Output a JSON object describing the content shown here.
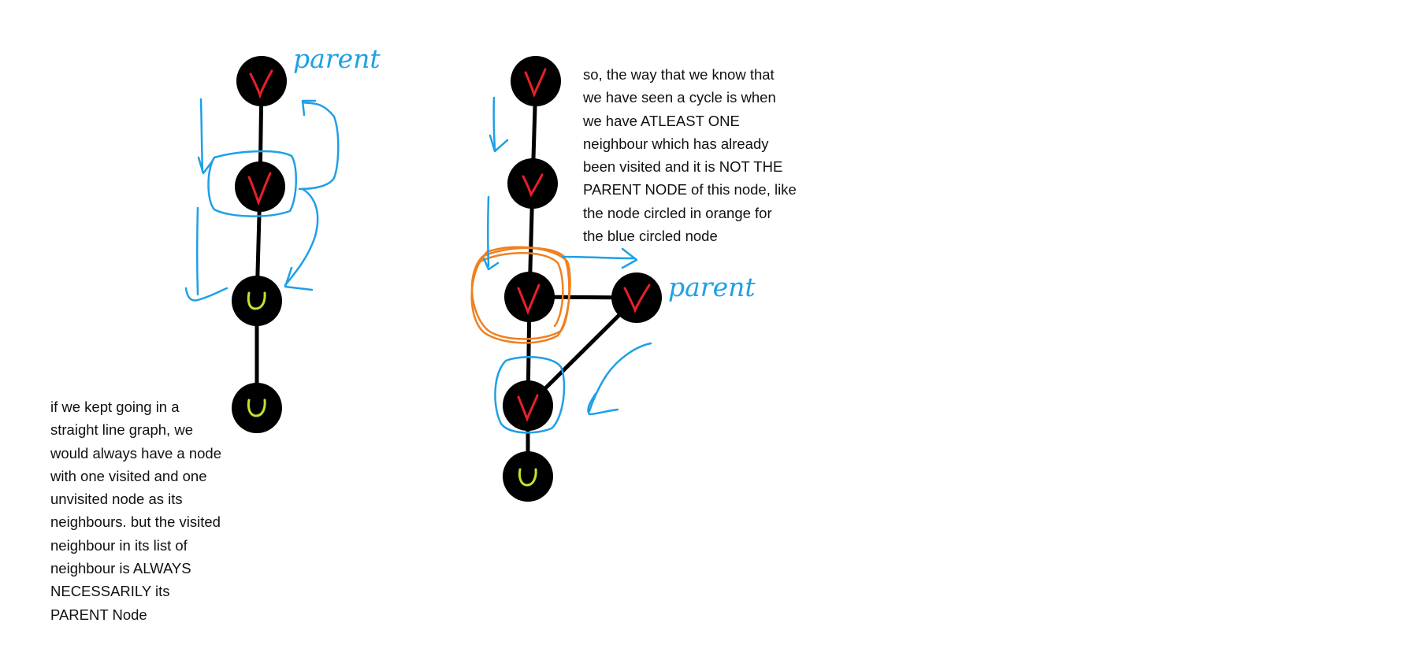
{
  "notes": {
    "left": [
      "if we kept going in a",
      "straight line graph, we",
      "would always have a node",
      "with one visited and one",
      "unvisited node as its",
      "neighbours. but the visited",
      "neighbour in its list of",
      "neighbour is ALWAYS",
      " NECESSARILY its",
      " PARENT Node"
    ],
    "right": [
      "so, the way that we know that",
      "we have seen a cycle is when",
      "we have ATLEAST ONE",
      "neighbour which has already",
      "been visited and it is NOT THE",
      "PARENT NODE of this node, like",
      "the node circled in orange for",
      "the blue circled node"
    ]
  },
  "labels": {
    "parent_left": "parent",
    "parent_right": "parent"
  },
  "node_marks": {
    "visited": "V",
    "unvisited": "U"
  },
  "colors": {
    "node_fill": "#000000",
    "visited_mark": "#e8202a",
    "unvisited_mark": "#c8e02a",
    "annotation_blue": "#1ea0e6",
    "annotation_orange": "#f08020",
    "edge": "#000000",
    "text": "#111111"
  }
}
